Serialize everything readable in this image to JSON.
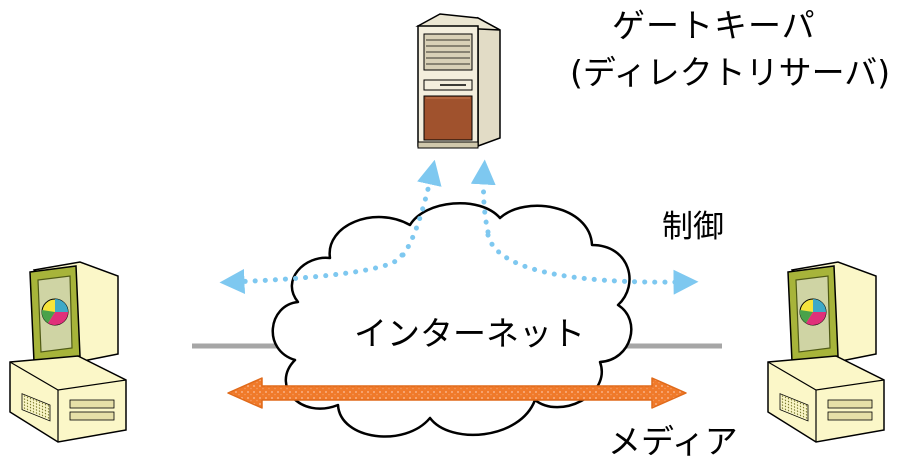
{
  "labels": {
    "gatekeeper": "ゲートキーパ",
    "gatekeeper_sub": "(ディレクトリサーバ)",
    "control": "制御",
    "media": "メディア",
    "internet": "インターネット"
  },
  "colors": {
    "control_arrow": "#7ec8f0",
    "media_arrow": "#f07a2a",
    "media_arrow_inner": "#f5a672",
    "link_line": "#a6a6a6",
    "server_body": "#f3eedd",
    "server_drive": "#a0522d",
    "computer_body": "#fbf7c8",
    "computer_outline": "#6b6b1a",
    "monitor_frame": "#a7b43a"
  },
  "icons": {
    "server": "server-icon",
    "computer_left": "computer-icon",
    "computer_right": "computer-icon",
    "cloud": "cloud-icon"
  }
}
